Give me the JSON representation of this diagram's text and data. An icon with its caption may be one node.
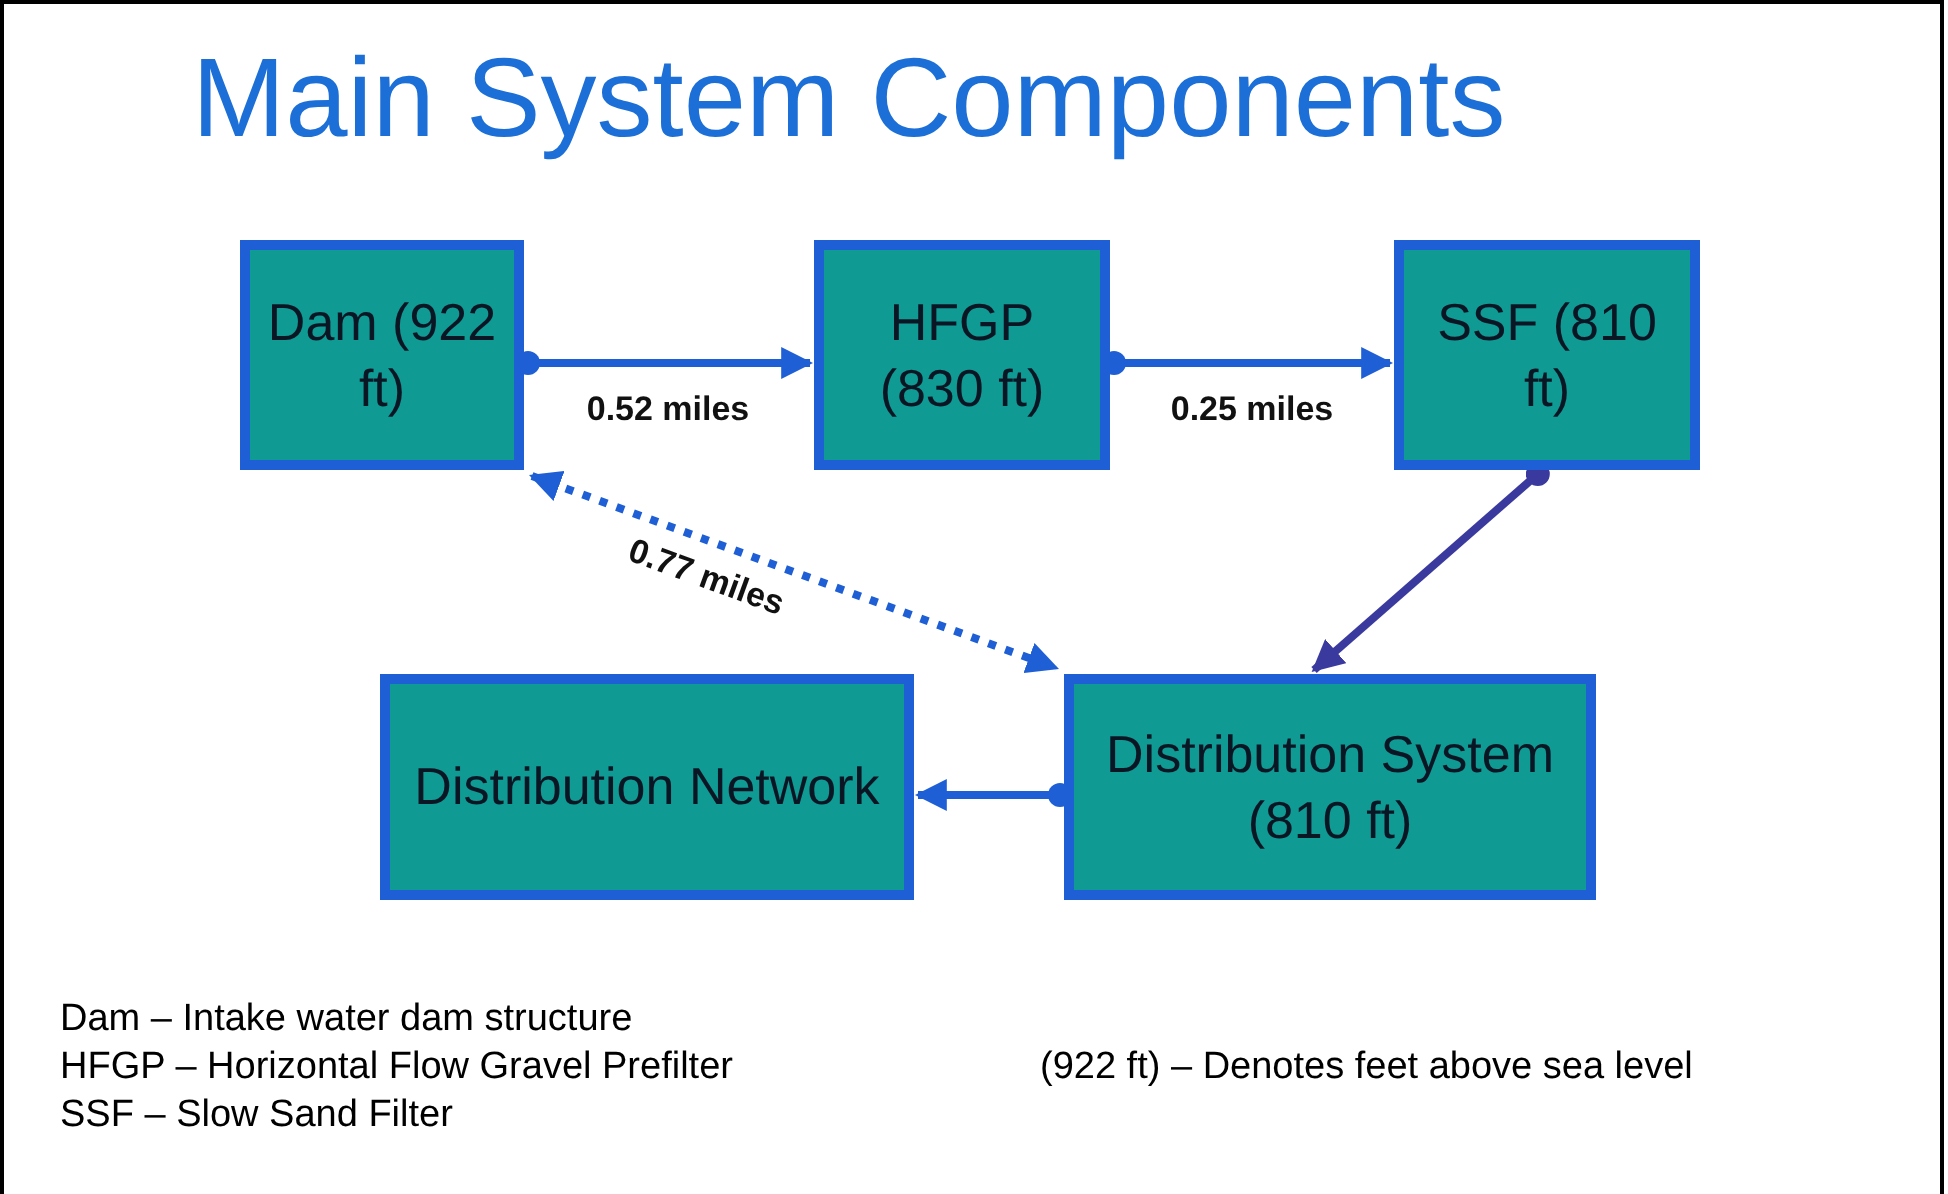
{
  "diagram": {
    "title": "Main System Components",
    "nodes": [
      {
        "text": [
          "Dam (922 ft)"
        ]
      },
      {
        "text": [
          "HFGP (830 ft)"
        ]
      },
      {
        "text": [
          "SSF (810 ft)"
        ]
      },
      {
        "text": [
          "Distribution Network"
        ]
      },
      {
        "text": [
          "Distribution System (810 ft)"
        ]
      }
    ],
    "edges": [
      {
        "from": 0,
        "to": 1,
        "arrow": "to",
        "label": "0.52 miles"
      },
      {
        "from": 1,
        "to": 2,
        "arrow": "to",
        "label": "0.25 miles"
      },
      {
        "from": 2,
        "to": 4,
        "arrow": "to",
        "color": "#3a3a9e"
      },
      {
        "from": 4,
        "to": 3,
        "arrow": "to"
      },
      {
        "from": 0,
        "to": 4,
        "arrow": "both",
        "style": "dashed",
        "label": "0.77 miles"
      }
    ],
    "labels": [
      "Dam – Intake water dam structure",
      "HFGP – Horizontal Flow Gravel Prefilter",
      "(922 ft) – Denotes feet above sea level",
      "SSF – Slow Sand Filter"
    ]
  }
}
